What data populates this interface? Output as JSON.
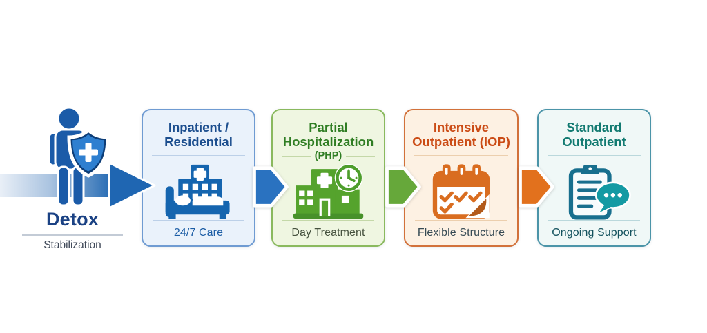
{
  "diagram": {
    "background": "#ffffff",
    "description": "Continuum of care flow diagram from Detox through Standard Outpatient"
  },
  "detox": {
    "title": "Detox",
    "subtitle": "Stabilization",
    "icon": "person-shield-icon",
    "title_color": "#1b4284",
    "subtitle_color": "#3d4656"
  },
  "flow_arrow": {
    "color": "#1f66b2",
    "direction": "right"
  },
  "stages": [
    {
      "title_line1": "Inpatient /",
      "title_line2": "Residential",
      "badge": "",
      "caption": "24/7 Care",
      "icon": "hospital-bed-icon",
      "colors": {
        "background": "#eaf2fb",
        "border": "#6f9bd2",
        "title": "#1c4e8e",
        "caption": "#1c5da5",
        "icon": "#1565af"
      }
    },
    {
      "title_line1": "Partial",
      "title_line2": "Hospitalization",
      "badge": "(PHP)",
      "caption": "Day Treatment",
      "icon": "clinic-clock-icon",
      "colors": {
        "background": "#eff6e1",
        "border": "#8ab95e",
        "title": "#2f7d23",
        "caption": "#46523f",
        "icon": "#55a32d"
      }
    },
    {
      "title_line1": "Intensive",
      "title_line2": "Outpatient (IOP)",
      "badge": "",
      "caption": "Flexible Structure",
      "icon": "calendar-checklist-icon",
      "colors": {
        "background": "#fdf1e3",
        "border": "#d2713a",
        "title": "#cb4c16",
        "caption": "#374b55",
        "icon": "#d96d20"
      }
    },
    {
      "title_line1": "Standard",
      "title_line2": "Outpatient",
      "badge": "",
      "caption": "Ongoing Support",
      "icon": "clipboard-chat-icon",
      "colors": {
        "background": "#f0f8f7",
        "border": "#4b94a8",
        "title": "#127a71",
        "caption": "#14525e",
        "icon": "#186f8e"
      }
    }
  ],
  "connectors": [
    {
      "from": "Detox",
      "to": "Inpatient / Residential",
      "color": "#1f66b2"
    },
    {
      "from": "Inpatient / Residential",
      "to": "Partial Hospitalization (PHP)",
      "color": "#2a72c0"
    },
    {
      "from": "Partial Hospitalization (PHP)",
      "to": "Intensive Outpatient (IOP)",
      "color": "#66a83a"
    },
    {
      "from": "Intensive Outpatient (IOP)",
      "to": "Standard Outpatient",
      "color": "#e2711d"
    }
  ]
}
